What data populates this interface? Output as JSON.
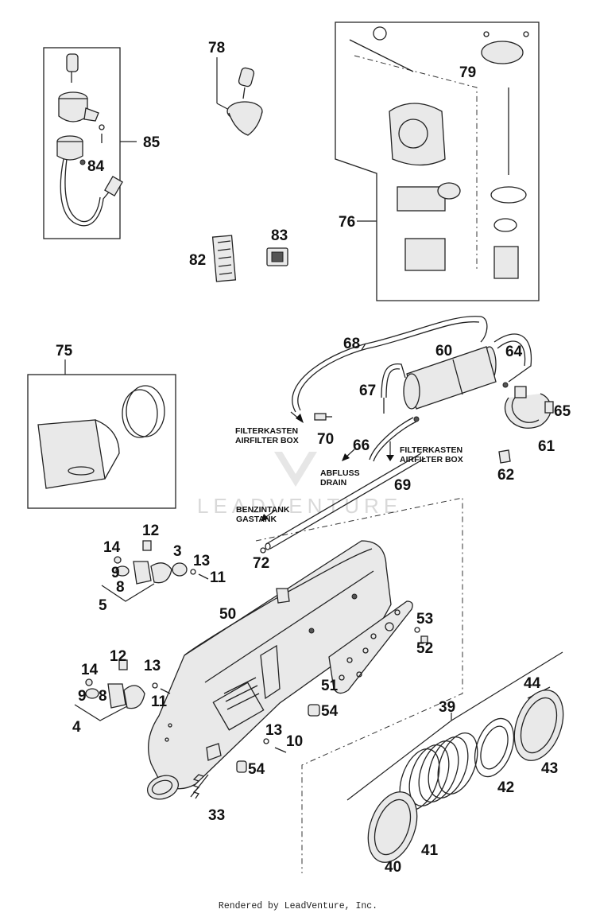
{
  "watermark": "LEADVENTURE",
  "footer": "Rendered by LeadVenture, Inc.",
  "callouts": {
    "p85": "85",
    "p84": "84",
    "p78": "78",
    "p79": "79",
    "p76": "76",
    "p83": "83",
    "p82": "82",
    "p75": "75",
    "p68": "68",
    "p60": "60",
    "p67": "67",
    "p64": "64",
    "p65": "65",
    "p70": "70",
    "p66": "66",
    "p61": "61",
    "p69": "69",
    "p62": "62",
    "p72": "72",
    "p12a": "12",
    "p14a": "14",
    "p3": "3",
    "p9a": "9",
    "p13a": "13",
    "p11a": "11",
    "p8a": "8",
    "p5": "5",
    "p50": "50",
    "p53": "53",
    "p52": "52",
    "p12b": "12",
    "p14b": "14",
    "p13b": "13",
    "p51": "51",
    "p9b": "9",
    "p8b": "8",
    "p11b": "11",
    "p44": "44",
    "p4": "4",
    "p54a": "54",
    "p39": "39",
    "p13c": "13",
    "p10": "10",
    "p54b": "54",
    "p43": "43",
    "p42": "42",
    "p33": "33",
    "p41": "41",
    "p40": "40"
  },
  "notes": {
    "filter1_line1": "FILTERKASTEN",
    "filter1_line2": "AIRFILTER BOX",
    "filter2_line1": "FILTERKASTEN",
    "filter2_line2": "AIRFILTER BOX",
    "drain_line1": "ABFLUSS",
    "drain_line2": "DRAIN",
    "gastank_line1": "BENZINTANK",
    "gastank_line2": "GASTANK"
  }
}
